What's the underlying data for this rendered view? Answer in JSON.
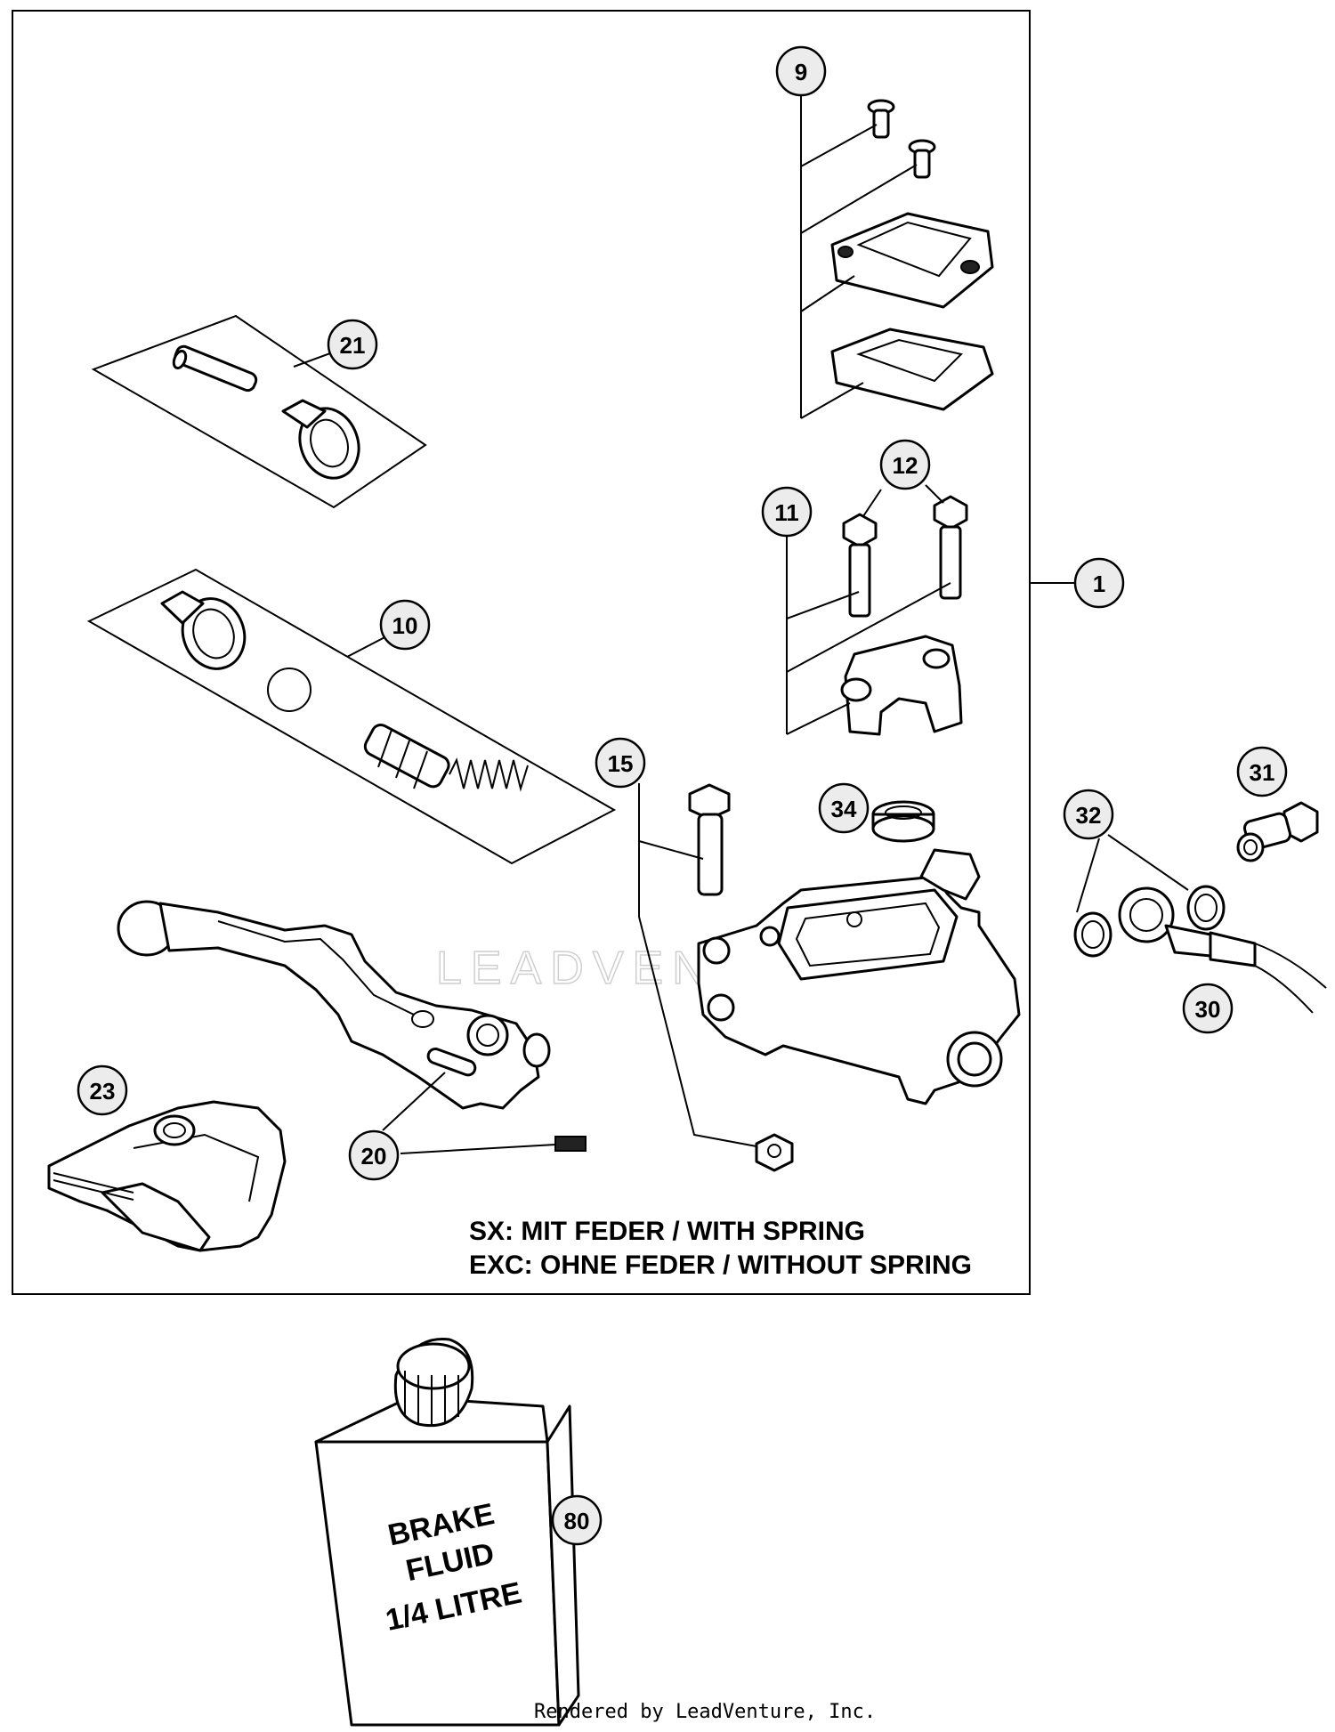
{
  "callouts": [
    {
      "id": "callout-1",
      "label": "1"
    },
    {
      "id": "callout-9",
      "label": "9"
    },
    {
      "id": "callout-10",
      "label": "10"
    },
    {
      "id": "callout-11",
      "label": "11"
    },
    {
      "id": "callout-12",
      "label": "12"
    },
    {
      "id": "callout-15",
      "label": "15"
    },
    {
      "id": "callout-20",
      "label": "20"
    },
    {
      "id": "callout-21",
      "label": "21"
    },
    {
      "id": "callout-23",
      "label": "23"
    },
    {
      "id": "callout-30",
      "label": "30"
    },
    {
      "id": "callout-31",
      "label": "31"
    },
    {
      "id": "callout-32",
      "label": "32"
    },
    {
      "id": "callout-34",
      "label": "34"
    },
    {
      "id": "callout-80",
      "label": "80"
    }
  ],
  "notes": {
    "line1": "SX: MIT FEDER / WITH SPRING",
    "line2": "EXC: OHNE FEDER / WITHOUT SPRING"
  },
  "bottle": {
    "line1": "BRAKE",
    "line2": "FLUID",
    "line3": "1/4 LITRE"
  },
  "watermark": "LEADVENTURE",
  "footer": "Rendered by LeadVenture, Inc."
}
